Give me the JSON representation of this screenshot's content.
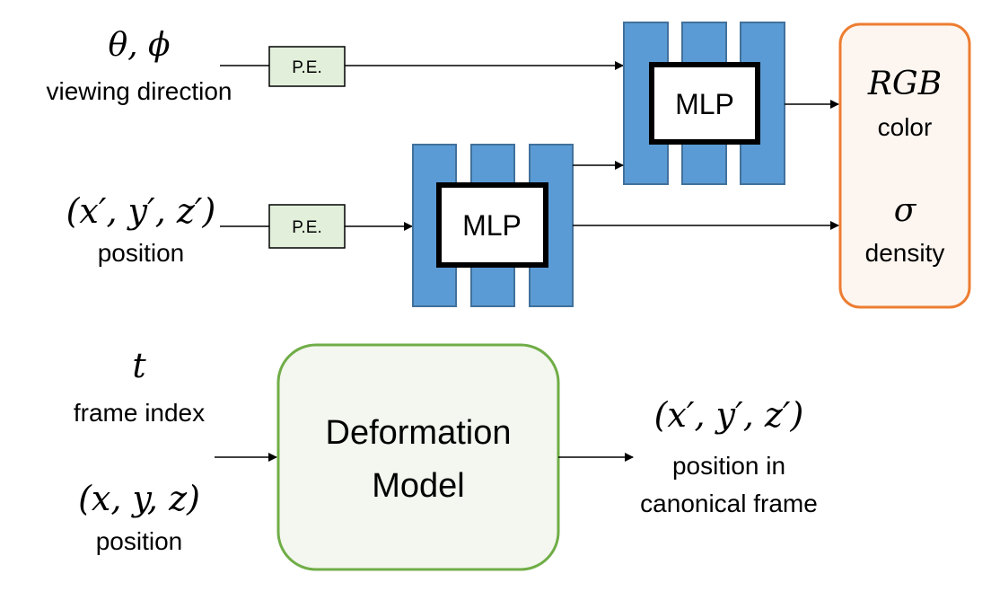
{
  "inputs": {
    "view_symbol": "θ, ϕ",
    "view_label": "viewing direction",
    "pos_symbol": "(x′, y′, z′)",
    "pos_label": "position",
    "t_symbol": "t",
    "t_label": "frame index",
    "xyz_symbol": "(x, y, z)",
    "xyz_label": "position"
  },
  "encoders": {
    "pe_top": "P.E.",
    "pe_mid": "P.E."
  },
  "networks": {
    "mlp_top": "MLP",
    "mlp_bottom": "MLP"
  },
  "outputs": {
    "rgb_symbol": "RGB",
    "rgb_label": "color",
    "sigma_symbol": "σ",
    "sigma_label": "density"
  },
  "deformation": {
    "line1": "Deformation",
    "line2": "Model",
    "out_symbol": "(x′, y′, z′)",
    "out_label_line1": "position in",
    "out_label_line2": "canonical frame"
  },
  "colors": {
    "mlp_blue": "#5b9bd5",
    "mlp_blue_border": "#41719c",
    "pe_fill": "#e2efda",
    "output_border": "#ed7d31",
    "output_fill": "#fdf6f0",
    "deform_border": "#70ad47",
    "deform_fill": "#f3f7ef"
  }
}
